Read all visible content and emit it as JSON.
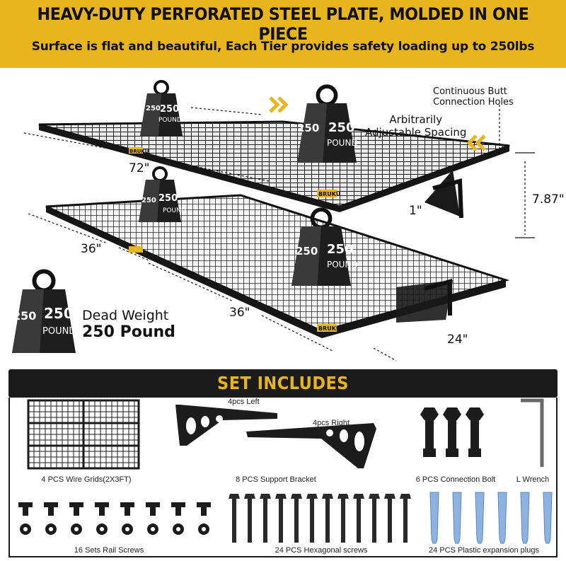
{
  "header": {
    "headline": "HEAVY-DUTY PERFORATED STEEL PLATE, MOLDED IN ONE PIECE",
    "subline": "Surface is flat and beautiful, Each Tier provides safety loading up to 250lbs",
    "background_color": "#e9b51f"
  },
  "hero": {
    "weight_number": "250",
    "weight_unit": "POUND",
    "brand_tag": "BRUKU",
    "dimensions": {
      "length": "72\"",
      "width_left": "36\"",
      "width_middle": "36\"",
      "depth": "24\"",
      "height": "7.87\"",
      "gap": "1\""
    },
    "notes": {
      "continuous_line1": "Continuous Butt",
      "continuous_line2": "Connection Holes",
      "spacing_line1": "Arbitrarily",
      "spacing_line2": "Adjustable Spacing"
    },
    "dead_weight": {
      "line1": "Dead Weight",
      "line2": "250 Pound"
    }
  },
  "set_includes": {
    "title": "SET INCLUDES",
    "title_color": "#e9b51f",
    "items": [
      {
        "icon": "wire-grid-icon",
        "label": "4 PCS Wire Grids(2X3FT)"
      },
      {
        "icon": "support-bracket-icon",
        "label": "8 PCS Support Bracket",
        "sub_left": "4pcs Left",
        "sub_right": "4pcs Right"
      },
      {
        "icon": "bolt-icon",
        "label": "6 PCS Connection Bolt"
      },
      {
        "icon": "l-wrench-icon",
        "label": "L Wrench"
      },
      {
        "icon": "rail-screw-icon",
        "label": "16 Sets Rail Screws"
      },
      {
        "icon": "hex-screw-icon",
        "label": "24 PCS Hexagonal screws"
      },
      {
        "icon": "expansion-plug-icon",
        "label": "24 PCS Plastic expansion plugs"
      }
    ]
  }
}
